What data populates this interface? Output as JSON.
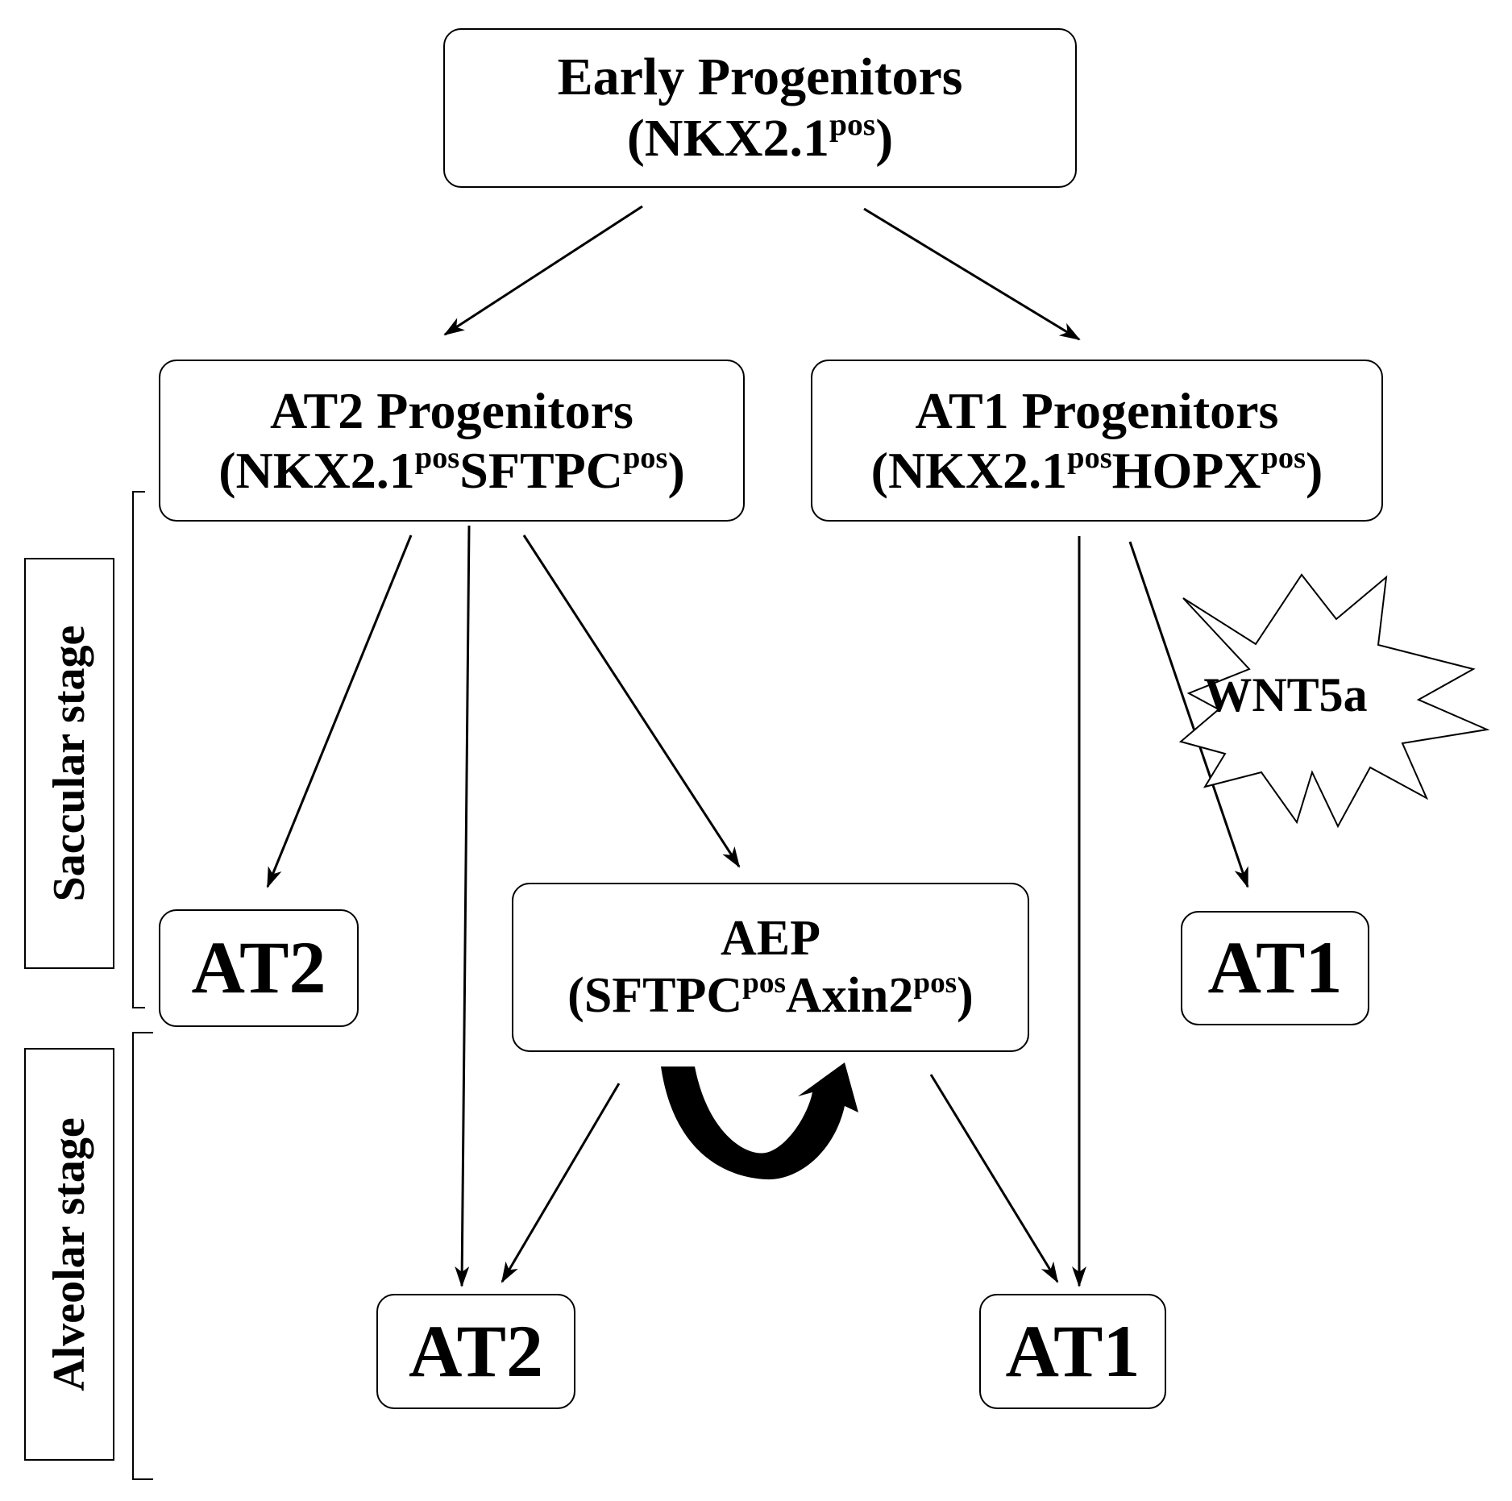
{
  "nodes": {
    "early": {
      "title": "Early Progenitors",
      "marker": "(NKX2.1",
      "sup1": "pos",
      "close": ")"
    },
    "at2_prog": {
      "title": "AT2 Progenitors",
      "m1": "(NKX2.1",
      "sup1": "pos",
      "m2": "SFTPC",
      "sup2": "pos",
      "close": ")"
    },
    "at1_prog": {
      "title": "AT1 Progenitors",
      "m1": "(NKX2.1",
      "sup1": "pos",
      "m2": "HOPX",
      "sup2": "pos",
      "close": ")"
    },
    "aep": {
      "title": "AEP",
      "m1": "(SFTPC",
      "sup1": "pos",
      "m2": "Axin2",
      "sup2": "pos",
      "close": ")"
    },
    "at2_saccular": "AT2",
    "at1_saccular": "AT1",
    "at2_alveolar": "AT2",
    "at1_alveolar": "AT1"
  },
  "signal": "WNT5a",
  "stages": {
    "saccular": "Saccular stage",
    "alveolar": "Alveolar stage"
  },
  "colors": {
    "line": "#000000",
    "background": "#ffffff"
  }
}
